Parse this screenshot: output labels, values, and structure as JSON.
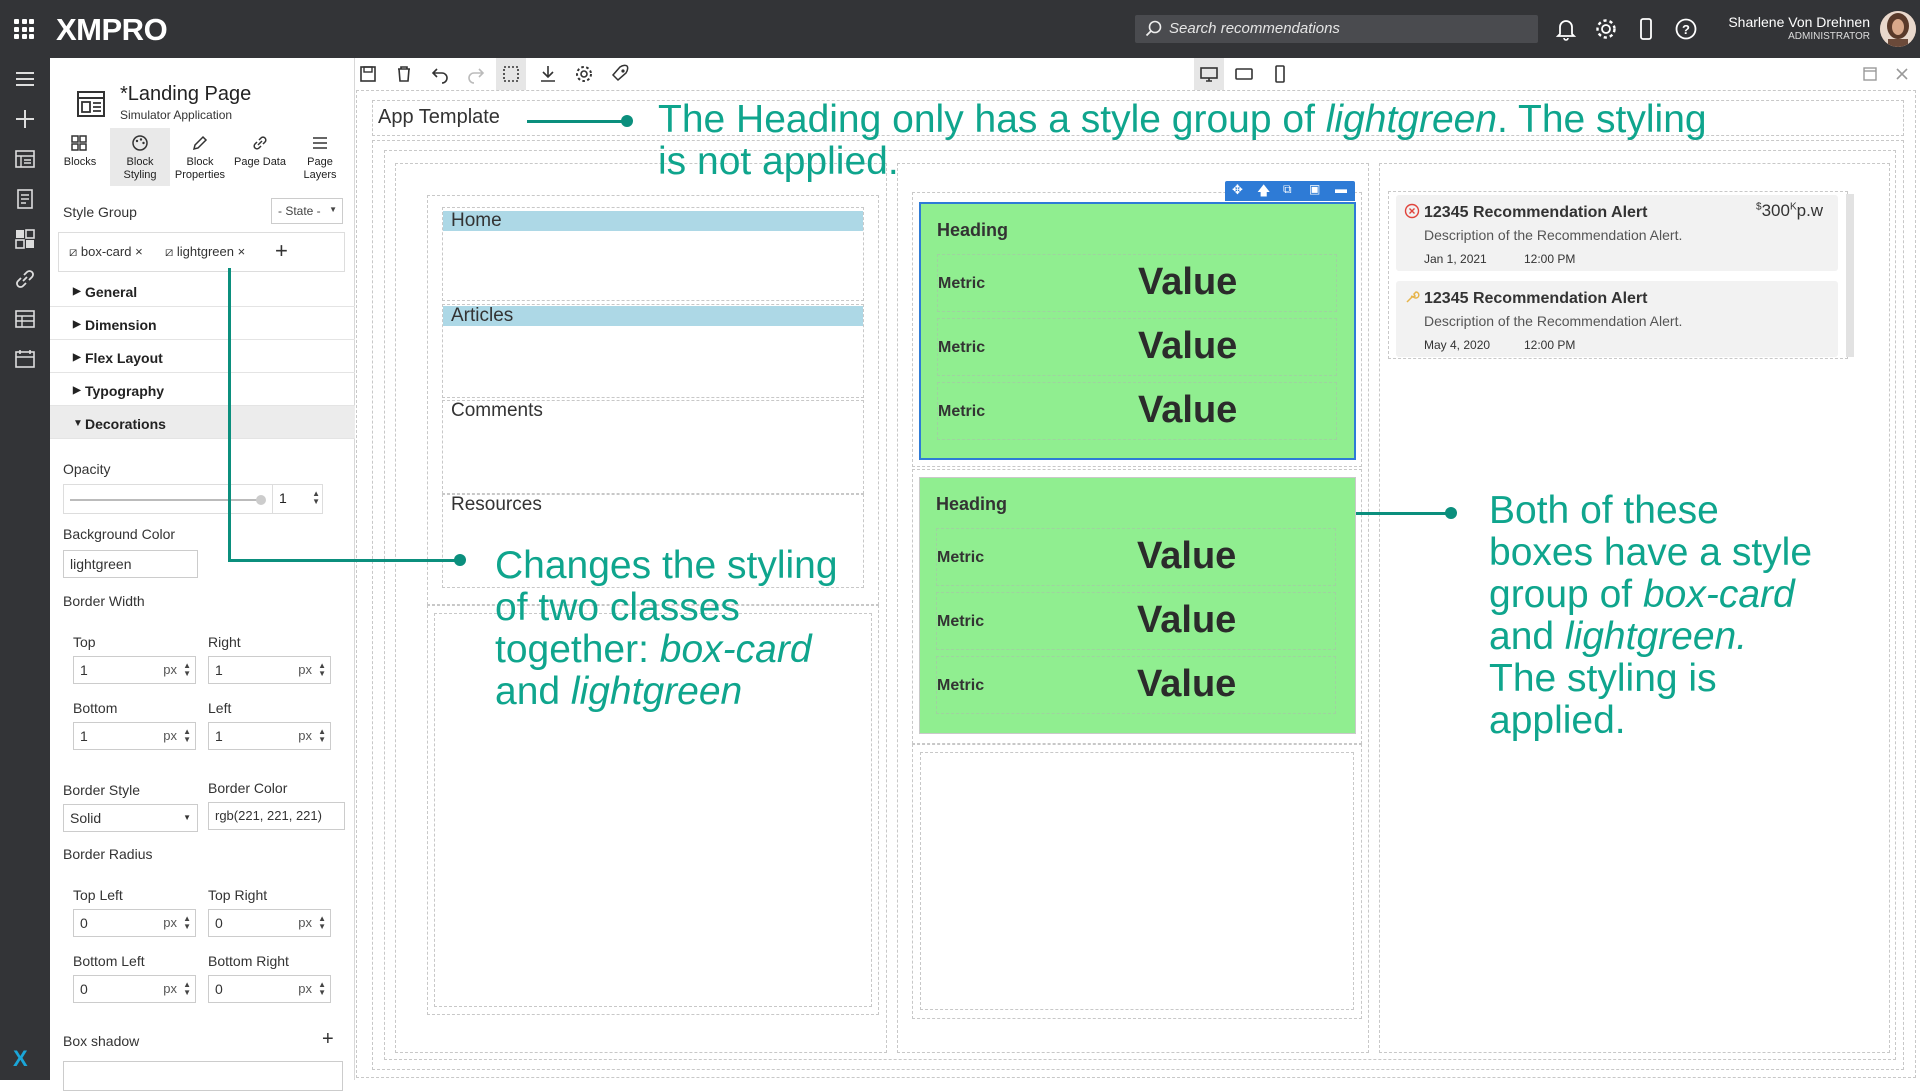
{
  "topbar": {
    "logo": "XMPRO",
    "search_placeholder": "Search recommendations",
    "user_name": "Sharlene Von Drehnen",
    "user_role": "ADMINISTRATOR"
  },
  "page": {
    "title": "*Landing Page",
    "subtitle": "Simulator Application"
  },
  "panel_tabs": [
    {
      "label1": "Blocks",
      "label2": "",
      "icon": "blocks-icon"
    },
    {
      "label1": "Block",
      "label2": "Styling",
      "icon": "palette-icon"
    },
    {
      "label1": "Block",
      "label2": "Properties",
      "icon": "pencil-icon"
    },
    {
      "label1": "Page Data",
      "label2": "",
      "icon": "link-icon"
    },
    {
      "label1": "Page",
      "label2": "Layers",
      "icon": "layers-icon"
    }
  ],
  "style_group": {
    "label": "Style Group",
    "state": "- State -",
    "tags": [
      "box-card",
      "lightgreen"
    ]
  },
  "sections": [
    "General",
    "Dimension",
    "Flex Layout",
    "Typography",
    "Decorations"
  ],
  "decorations": {
    "opacity_label": "Opacity",
    "opacity_value": "1",
    "bg_label": "Background Color",
    "bg_value": "lightgreen",
    "border_width_label": "Border Width",
    "top_label": "Top",
    "top_value": "1",
    "right_label": "Right",
    "right_value": "1",
    "bottom_label": "Bottom",
    "bottom_value": "1",
    "left_label": "Left",
    "left_value": "1",
    "unit": "px",
    "border_style_label": "Border Style",
    "border_style_value": "Solid",
    "border_color_label": "Border Color",
    "border_color_value": "rgb(221, 221, 221)",
    "radius_label": "Border Radius",
    "tl_label": "Top Left",
    "tl_value": "0",
    "tr_label": "Top Right",
    "tr_value": "0",
    "bl_label": "Bottom Left",
    "bl_value": "0",
    "br_label": "Bottom Right",
    "br_value": "0",
    "shadow_label": "Box shadow"
  },
  "canvas": {
    "app_template": "App Template",
    "menu": [
      "Home",
      "Articles",
      "Comments",
      "Resources"
    ],
    "card_heading": "Heading",
    "metric": "Metric",
    "value": "Value",
    "alerts": [
      {
        "title": "12345 Recommendation Alert",
        "desc": "Description of the Recommendation Alert.",
        "date": "Jan 1, 2021",
        "time": "12:00 PM",
        "icon": "error-circle-icon"
      },
      {
        "title": "12345 Recommendation Alert",
        "desc": "Description of the Recommendation Alert.",
        "date": "May 4, 2020",
        "time": "12:00 PM",
        "icon": "wrench-icon"
      }
    ],
    "price_currency": "$",
    "price_value": "300",
    "price_unit_sup": "K",
    "price_period": "p.w"
  },
  "annotations": {
    "top_a": "The Heading only has a style group of ",
    "top_em": "lightgreen",
    "top_b": ". The styling",
    "top_line2": "is not applied.",
    "mid_l1": "Changes the styling",
    "mid_l2": "of two classes",
    "mid_l3a": "together: ",
    "mid_l3em": "box-card",
    "mid_l4a": "and ",
    "mid_l4em": "lightgreen",
    "right_l1": "Both of these",
    "right_l2": "boxes have a style",
    "right_l3a": "group of ",
    "right_l3em": "box-card",
    "right_l4a": "and ",
    "right_l4em": "lightgreen.",
    "right_l5": "The styling is",
    "right_l6": "applied."
  },
  "colors": {
    "topbar": "#333437",
    "card": "#90ee90",
    "menu_highlight": "#add8e6",
    "annotation": "#0fa58d",
    "selection": "#2e7bd6"
  }
}
